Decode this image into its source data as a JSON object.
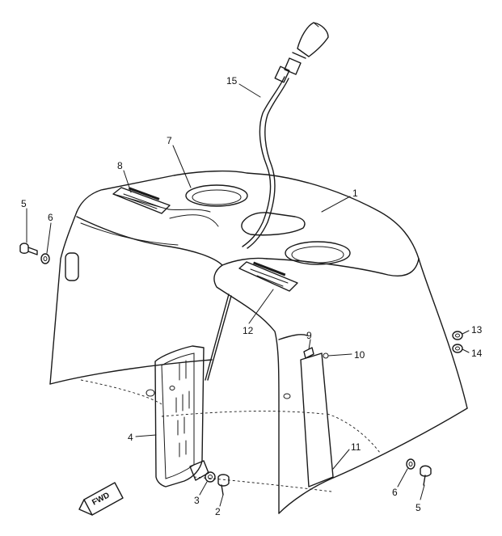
{
  "callouts": [
    {
      "id": "c1",
      "text": "1"
    },
    {
      "id": "c2",
      "text": "2"
    },
    {
      "id": "c3",
      "text": "3"
    },
    {
      "id": "c4",
      "text": "4"
    },
    {
      "id": "c5a",
      "text": "5"
    },
    {
      "id": "c5b",
      "text": "5"
    },
    {
      "id": "c6a",
      "text": "6"
    },
    {
      "id": "c6b",
      "text": "6"
    },
    {
      "id": "c7",
      "text": "7"
    },
    {
      "id": "c8",
      "text": "8"
    },
    {
      "id": "c9",
      "text": "9"
    },
    {
      "id": "c10",
      "text": "10"
    },
    {
      "id": "c11",
      "text": "11"
    },
    {
      "id": "c12",
      "text": "12"
    },
    {
      "id": "c13",
      "text": "13"
    },
    {
      "id": "c14",
      "text": "14"
    },
    {
      "id": "c15",
      "text": "15"
    }
  ],
  "direction_tag": {
    "text": "FWD"
  }
}
